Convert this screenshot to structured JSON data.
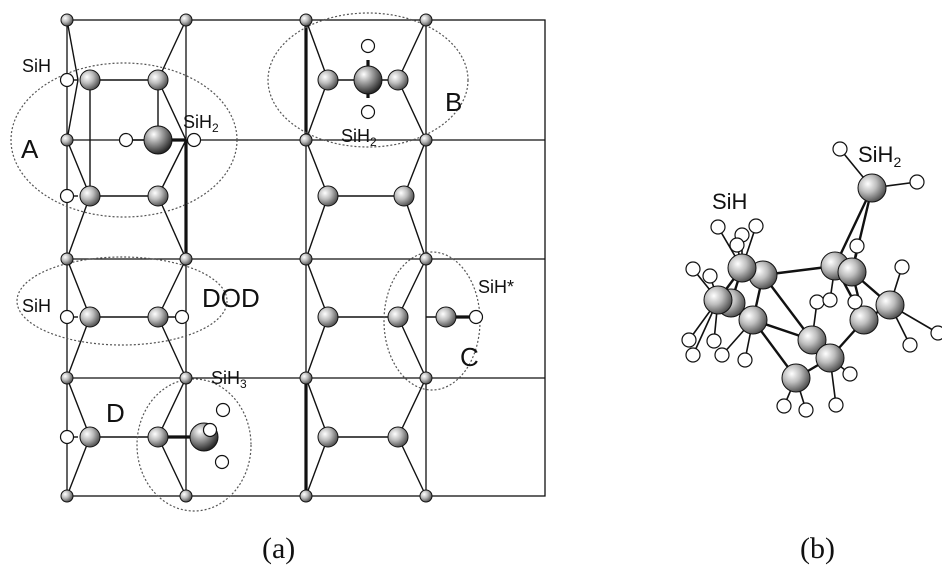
{
  "panel_a": {
    "caption": "(a)",
    "regions": {
      "A": "A",
      "B": "B",
      "C": "C",
      "D": "D",
      "DOD": "DOD"
    },
    "species": {
      "sih_a": {
        "base": "SiH",
        "sub": ""
      },
      "sih2_a": {
        "base": "SiH",
        "sub": "2"
      },
      "sih2_b": {
        "base": "SiH",
        "sub": "2"
      },
      "sih_dod": {
        "base": "SiH",
        "sub": ""
      },
      "sihstar_c": {
        "base": "SiH*",
        "sub": ""
      },
      "sih3_d": {
        "base": "SiH",
        "sub": "3"
      }
    }
  },
  "panel_b": {
    "caption": "(b)",
    "species": {
      "sih": {
        "base": "SiH",
        "sub": ""
      },
      "sih2": {
        "base": "SiH",
        "sub": "2"
      }
    }
  },
  "colors": {
    "line": "#111111",
    "atom_fill": "#9a9a9a",
    "hydrogen_fill": "#ffffff",
    "dotted_ellipse": "#555555"
  }
}
